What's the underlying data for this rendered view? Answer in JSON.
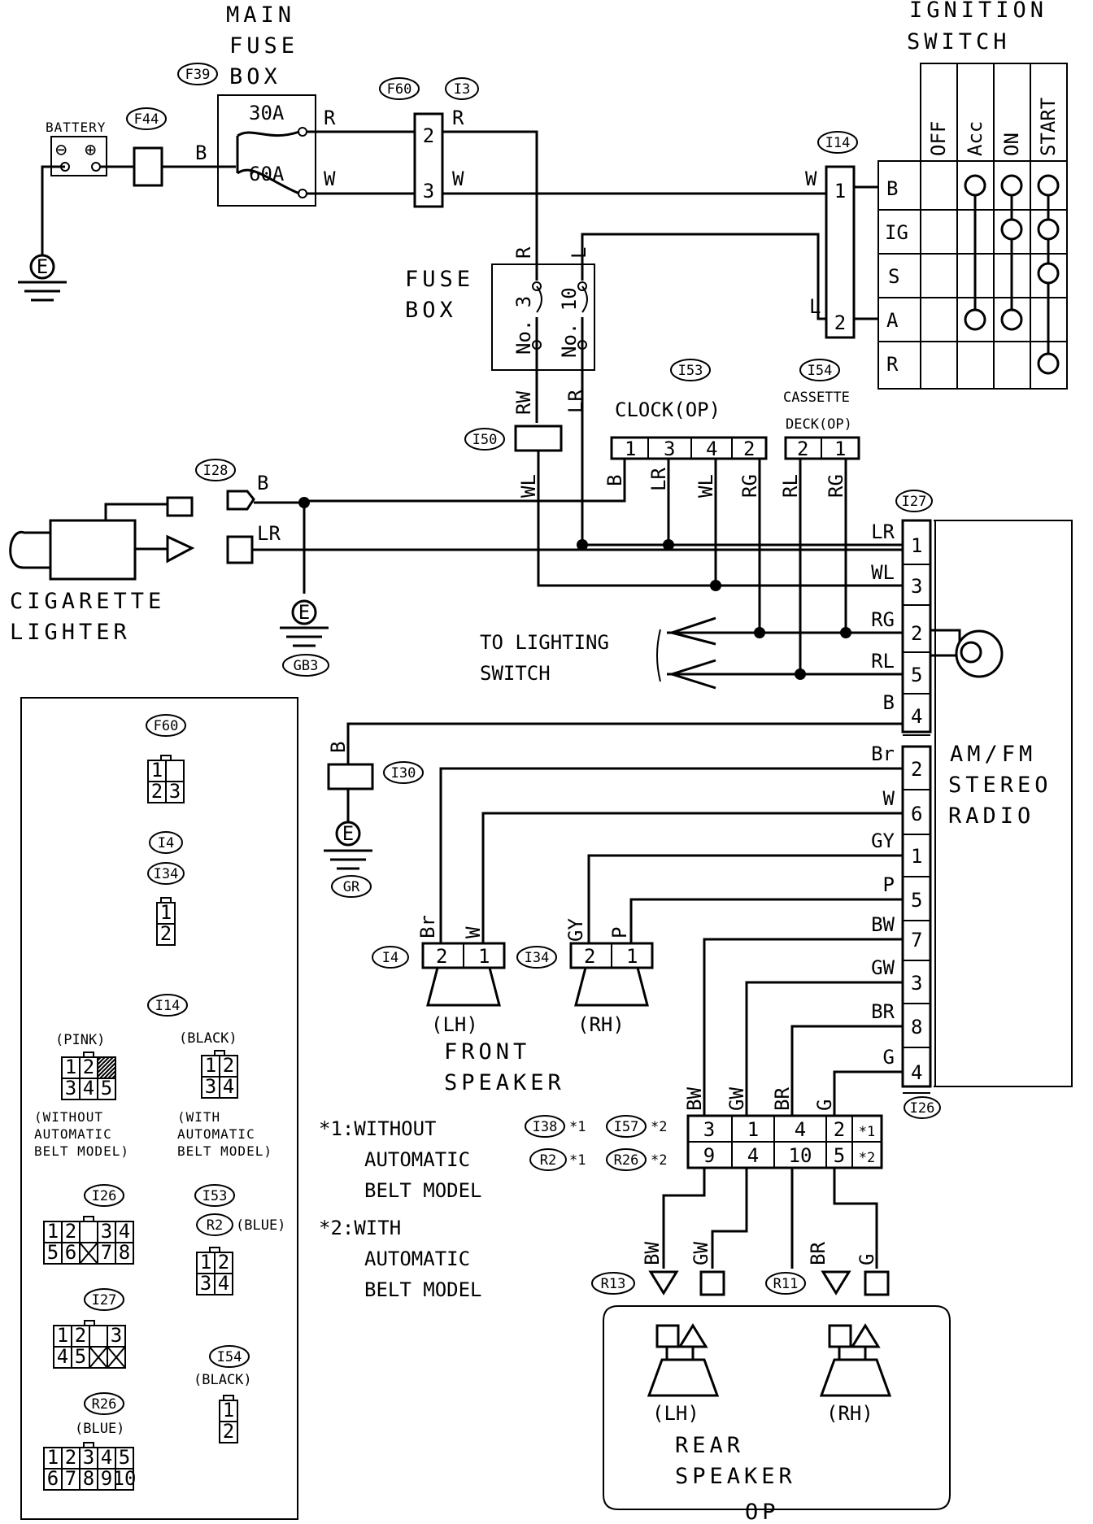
{
  "components": {
    "main_fuse_box": {
      "title": [
        "MAIN",
        "FUSE",
        "BOX"
      ],
      "tag": "F39",
      "fuse1": "30A",
      "fuse2": "60A"
    },
    "battery": {
      "label": "BATTERY",
      "tag": "F44",
      "minus": "⊖",
      "plus": "⊕"
    },
    "connector_f60_13": {
      "tag1": "F60",
      "tag2": "I3",
      "pin_top": "2",
      "pin_bottom": "3"
    },
    "ignition_switch": {
      "title": [
        "IGNITION",
        "SWITCH"
      ],
      "tag": "I14",
      "positions": [
        "OFF",
        "Acc",
        "ON",
        "START"
      ],
      "terminals": [
        "B",
        "IG",
        "S",
        "A",
        "R"
      ],
      "pin_top": "1",
      "pin_bottom": "2"
    },
    "fuse_box": {
      "title": [
        "FUSE",
        "BOX"
      ],
      "fuse3": "No. 3",
      "fuse10": "No. 10"
    },
    "connector_i50": {
      "tag": "I50"
    },
    "clock": {
      "label": "CLOCK(OP)",
      "tag": "I53",
      "pins": [
        "1",
        "3",
        "4",
        "2"
      ]
    },
    "cassette_deck": {
      "label1": "CASSETTE",
      "label2": "DECK(OP)",
      "tag": "I54",
      "pins": [
        "2",
        "1"
      ]
    },
    "cigarette_lighter": {
      "label1": "CIGARETTE",
      "label2": "LIGHTER",
      "tag": "I28"
    },
    "grounds": {
      "e": "E",
      "gb3": "GB3",
      "gr": "GR"
    },
    "to_lighting": {
      "line1": "TO LIGHTING",
      "line2": "SWITCH"
    },
    "radio": {
      "label": [
        "AM/FM",
        "STEREO",
        "RADIO"
      ],
      "tag_top": "I27",
      "tag_bottom": "I26",
      "top_pins": [
        "1",
        "3",
        "2",
        "5",
        "4"
      ],
      "top_wires": [
        "LR",
        "WL",
        "RG",
        "RL",
        "B"
      ],
      "bottom_pins": [
        "2",
        "6",
        "1",
        "5",
        "7",
        "3",
        "8",
        "4"
      ],
      "bottom_wires": [
        "Br",
        "W",
        "GY",
        "P",
        "BW",
        "GW",
        "BR",
        "G"
      ]
    },
    "connector_i30": {
      "tag": "I30"
    },
    "front_speaker": {
      "title": [
        "FRONT",
        "SPEAKER"
      ],
      "lh": "(LH)",
      "rh": "(RH)",
      "lh_tag": "I4",
      "rh_tag": "I34",
      "pins": [
        "2",
        "1"
      ]
    },
    "rear_connector": {
      "tag1": "I38",
      "tag2": "I57",
      "tag3": "R2",
      "tag4": "R26",
      "row1": [
        "3",
        "1",
        "4",
        "2",
        "*1"
      ],
      "row2": [
        "9",
        "4",
        "10",
        "5",
        "*2"
      ],
      "note1": "*1",
      "note2": "*2"
    },
    "rear_speaker": {
      "title": [
        "REAR",
        "SPEAKER"
      ],
      "lh": "(LH)",
      "rh": "(RH)",
      "tag_l": "R13",
      "tag_r": "R11",
      "op": "OP"
    },
    "notes": {
      "n1": [
        "*1:WITHOUT",
        "AUTOMATIC",
        "BELT MODEL"
      ],
      "n2": [
        "*2:WITH",
        "AUTOMATIC",
        "BELT MODEL"
      ]
    }
  },
  "wires": {
    "R": "R",
    "W": "W",
    "B": "B",
    "L": "L",
    "RW": "RW",
    "LR": "LR",
    "WL": "WL",
    "RG": "RG",
    "RL": "RL",
    "Br": "Br",
    "GY": "GY",
    "P": "P",
    "BW": "BW",
    "GW": "GW",
    "BR": "BR",
    "G": "G"
  },
  "legend": {
    "f60": {
      "tag": "F60",
      "cells": [
        "1",
        "2",
        "3"
      ]
    },
    "i4_i34": {
      "tag1": "I4",
      "tag2": "I34",
      "cells": [
        "1",
        "2"
      ]
    },
    "i14": {
      "tag": "I14",
      "pink_label": "(PINK)",
      "pink_cells": [
        "1",
        "2",
        "3",
        "4",
        "5"
      ],
      "pink_note": [
        "(WITHOUT",
        "AUTOMATIC",
        "BELT MODEL)"
      ],
      "black_label": "(BLACK)",
      "black_cells": [
        "1",
        "2",
        "3",
        "4"
      ],
      "black_note": [
        "(WITH",
        "AUTOMATIC",
        "BELT MODEL)"
      ]
    },
    "i26": {
      "tag": "I26",
      "cells": [
        "1",
        "2",
        "3",
        "4",
        "5",
        "6",
        "7",
        "8"
      ]
    },
    "i53_r2": {
      "tag1": "I53",
      "tag2": "R2",
      "color": "(BLUE)",
      "cells": [
        "1",
        "2",
        "3",
        "4"
      ]
    },
    "i27": {
      "tag": "I27",
      "cells": [
        "1",
        "2",
        "3",
        "4",
        "5"
      ]
    },
    "i54": {
      "tag": "I54",
      "color": "(BLACK)",
      "cells": [
        "1",
        "2"
      ]
    },
    "r26": {
      "tag": "R26",
      "color": "(BLUE)",
      "cells": [
        "1",
        "2",
        "3",
        "4",
        "5",
        "6",
        "7",
        "8",
        "9",
        "10"
      ]
    }
  }
}
